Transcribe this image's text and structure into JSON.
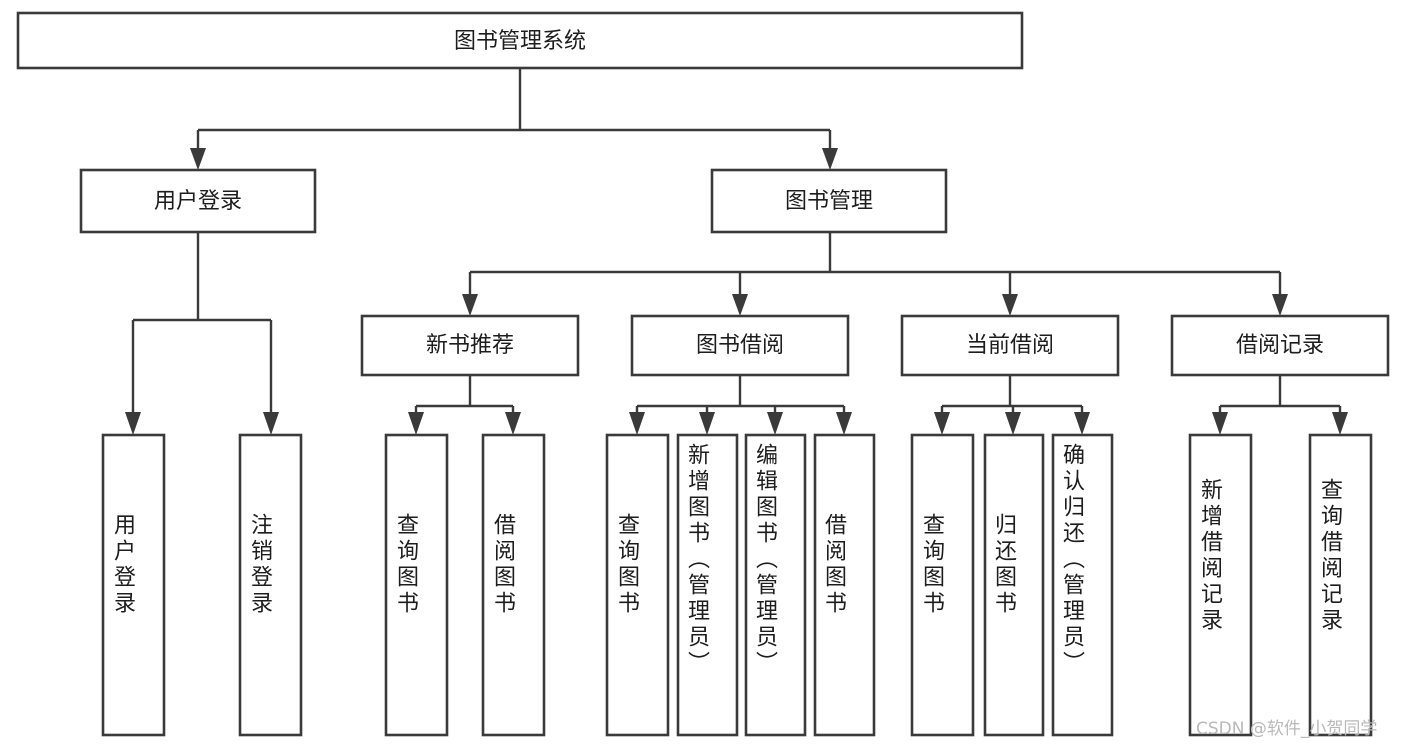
{
  "diagram": {
    "title": "图书管理系统",
    "type": "tree-hierarchy-diagram",
    "watermark": "CSDN @软件_小贺同学",
    "colors": {
      "stroke": "#3a3a3a",
      "fill": "#ffffff",
      "text": "#1d1d1d",
      "watermark": "#b9b9b9",
      "background": "#ffffff"
    },
    "root": {
      "label": "图书管理系统"
    },
    "level2": [
      {
        "label": "用户登录"
      },
      {
        "label": "图书管理"
      }
    ],
    "level3": [
      {
        "label": "新书推荐"
      },
      {
        "label": "图书借阅"
      },
      {
        "label": "当前借阅"
      },
      {
        "label": "借阅记录"
      }
    ],
    "leaves": {
      "user_login": [
        {
          "label": "用户登录"
        },
        {
          "label": "注销登录"
        }
      ],
      "new_book_recommend": [
        {
          "label": "查询图书"
        },
        {
          "label": "借阅图书"
        }
      ],
      "book_borrow": [
        {
          "label": "查询图书"
        },
        {
          "label": "新增图书（管理员）"
        },
        {
          "label": "编辑图书（管理员）"
        },
        {
          "label": "借阅图书"
        }
      ],
      "current_borrow": [
        {
          "label": "查询图书"
        },
        {
          "label": "归还图书"
        },
        {
          "label": "确认归还（管理员）"
        }
      ],
      "borrow_record": [
        {
          "label": "新增借阅记录"
        },
        {
          "label": "查询借阅记录"
        }
      ]
    }
  }
}
